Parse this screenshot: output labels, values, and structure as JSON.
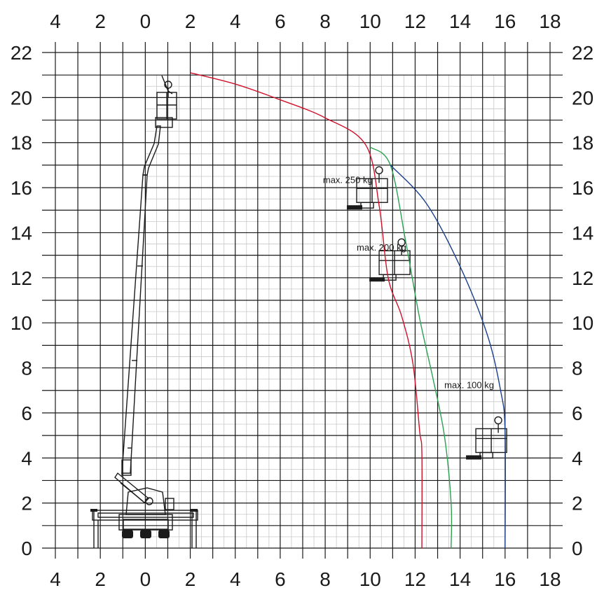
{
  "chart_data": {
    "type": "line",
    "title": "",
    "xlabel": "",
    "ylabel": "",
    "xlim": [
      -4,
      18
    ],
    "ylim": [
      0,
      22
    ],
    "x_ticks": [
      -4,
      -2,
      0,
      2,
      4,
      6,
      8,
      10,
      12,
      14,
      16,
      18
    ],
    "x_tick_labels": [
      "4",
      "2",
      "0",
      "2",
      "4",
      "6",
      "8",
      "10",
      "12",
      "14",
      "16",
      "18"
    ],
    "y_ticks": [
      0,
      2,
      4,
      6,
      8,
      10,
      12,
      14,
      16,
      18,
      20,
      22
    ],
    "y_tick_labels": [
      "0",
      "2",
      "4",
      "6",
      "8",
      "10",
      "12",
      "14",
      "16",
      "18",
      "20",
      "22"
    ],
    "grid": true,
    "series": [
      {
        "name": "max. 250 kg",
        "color": "#d0102a",
        "points": [
          [
            2,
            21.1
          ],
          [
            4,
            20.6
          ],
          [
            6,
            19.9
          ],
          [
            8,
            19.1
          ],
          [
            9.8,
            17.9
          ],
          [
            10.4,
            15.2
          ],
          [
            10.8,
            12.0
          ],
          [
            11.4,
            10.3
          ],
          [
            11.9,
            8.2
          ],
          [
            12.2,
            5.2
          ],
          [
            12.3,
            4.2
          ],
          [
            12.3,
            0
          ]
        ]
      },
      {
        "name": "max. 200 kg",
        "color": "#2aa150",
        "points": [
          [
            10,
            17.8
          ],
          [
            10.9,
            17.0
          ],
          [
            11.6,
            13.5
          ],
          [
            12.2,
            10.2
          ],
          [
            12.8,
            7.5
          ],
          [
            13.3,
            5.0
          ],
          [
            13.6,
            2.0
          ],
          [
            13.6,
            0
          ]
        ]
      },
      {
        "name": "max. 100 kg",
        "color": "#1a3f8f",
        "points": [
          [
            10.9,
            17.0
          ],
          [
            12.5,
            15.3
          ],
          [
            14.0,
            12.5
          ],
          [
            15.2,
            9.5
          ],
          [
            15.8,
            7.0
          ],
          [
            16.0,
            5.2
          ],
          [
            16.0,
            0
          ]
        ]
      }
    ],
    "annotations": [
      {
        "text": "max. 250 kg",
        "x": 7.9,
        "y": 16.2
      },
      {
        "text": "max. 200 kg",
        "x": 9.4,
        "y": 13.2
      },
      {
        "text": "max. 100 kg",
        "x": 13.3,
        "y": 7.1
      }
    ],
    "colors": {
      "grid_major": "#1a1a1a",
      "grid_minor": "#c8c8c8",
      "machine": "#1a1a1a"
    }
  }
}
